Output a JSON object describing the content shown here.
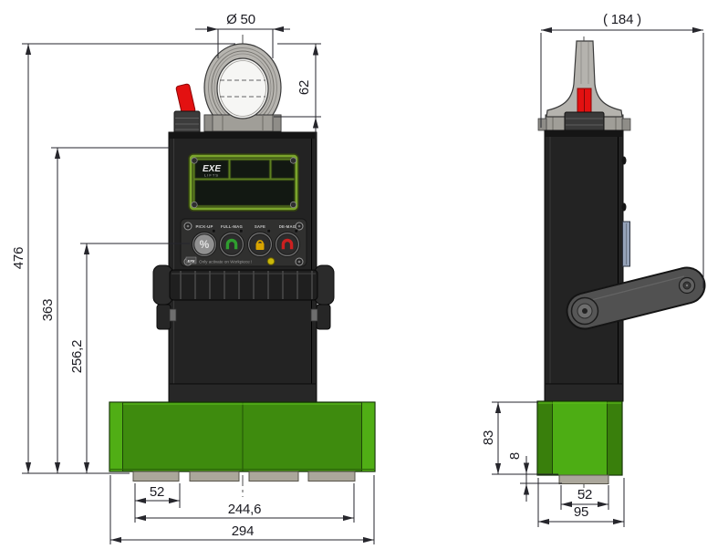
{
  "front_view": {
    "dimensions": {
      "hole_diameter": "Ø 50",
      "eye_height": "62",
      "overall_height": "476",
      "body_top_height": "363",
      "control_height": "256,2",
      "pole_shoe_width": "52",
      "pole_span": "244,6",
      "base_width": "294"
    },
    "control_panel": {
      "brand": "EXE",
      "brand_sub": "LIFTS",
      "buttons": [
        {
          "label": "PICK-UP",
          "symbol": "%"
        },
        {
          "label": "FULL-MAG",
          "symbol": "horseshoe-magnet"
        },
        {
          "label": "SAFE",
          "symbol": "padlock"
        },
        {
          "label": "DE-MAG",
          "symbol": "horseshoe-magnet"
        }
      ],
      "warning_brand": "EXE",
      "warning_text": "Only activate on Workpiece !"
    }
  },
  "side_view": {
    "dimensions": {
      "overall_depth": "( 184 )",
      "base_height": "83",
      "pole_shoe_height": "8",
      "pole_shoe_width": "52",
      "base_depth": "95"
    }
  },
  "colors": {
    "magnet_green": "#3e8b0e",
    "magnet_green_bright": "#50ae15",
    "panel_frame_green": "#7aa42c",
    "toggle_red": "#e31111",
    "full_mag_green": "#2f9e2f",
    "safe_yellow": "#d8a400",
    "de_mag_red": "#cc2020",
    "body_black": "#232323",
    "steel_gray": "#b5b3ae"
  }
}
